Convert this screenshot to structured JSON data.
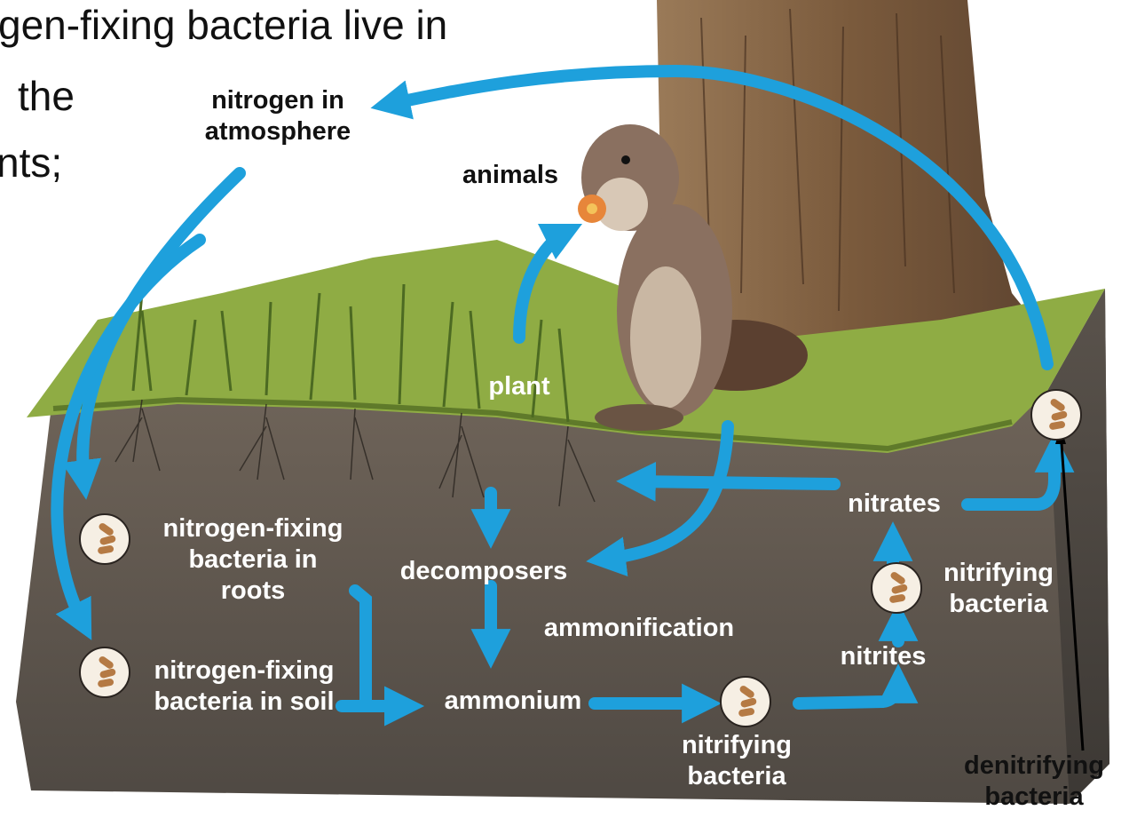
{
  "slide_text": {
    "line1": "gen-fixing bacteria live in",
    "line2": "the",
    "line3": "nts;"
  },
  "labels": {
    "nitrogen_atmosphere": [
      "nitrogen in",
      "atmosphere"
    ],
    "animals": "animals",
    "plant": "plant",
    "nfix_roots": [
      "nitrogen-fixing",
      "bacteria in",
      "roots"
    ],
    "nfix_soil": [
      "nitrogen-fixing",
      "bacteria in soil"
    ],
    "decomposers": "decomposers",
    "ammonification": "ammonification",
    "ammonium": "ammonium",
    "nitrifying_bottom": [
      "nitrifying",
      "bacteria"
    ],
    "nitrites": "nitrites",
    "nitrifying_right": [
      "nitrifying",
      "bacteria"
    ],
    "nitrates": "nitrates",
    "denitrifying": [
      "denitrifying",
      "bacteria"
    ]
  },
  "colors": {
    "arrow": "#1ea0dc",
    "soil": "#5f574f",
    "grass": "#8fac44",
    "bark": "#7a5a3a"
  }
}
